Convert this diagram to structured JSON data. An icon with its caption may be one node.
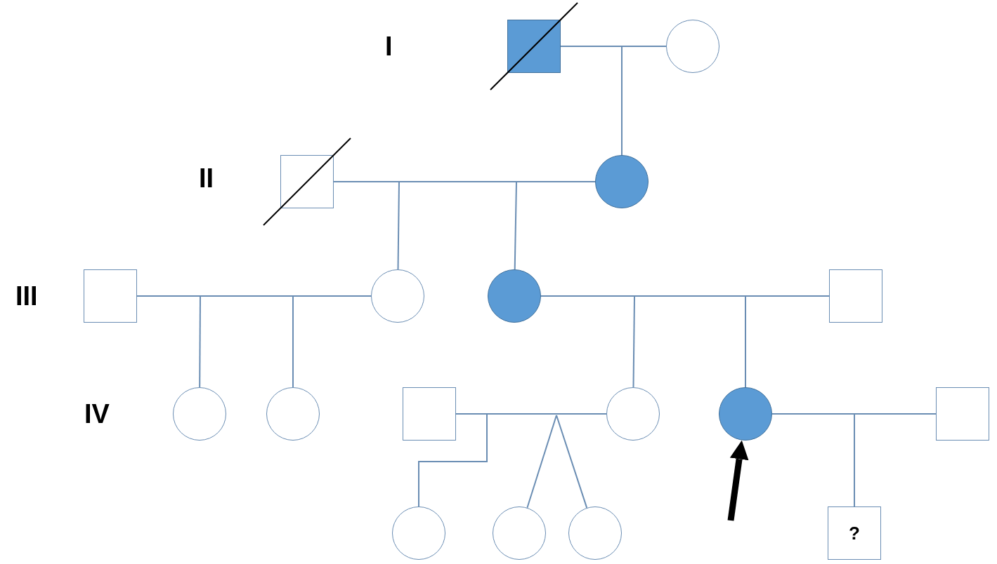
{
  "diagram": {
    "nodes": [
      {
        "text": [],
        "shape": "box"
      },
      {
        "text": [],
        "shape": "circle"
      },
      {
        "text": [],
        "shape": "box"
      },
      {
        "text": [],
        "shape": "circle"
      },
      {
        "text": [],
        "shape": "box"
      },
      {
        "text": [],
        "shape": "circle"
      },
      {
        "text": [],
        "shape": "circle"
      },
      {
        "text": [],
        "shape": "box"
      },
      {
        "text": [],
        "shape": "circle"
      },
      {
        "text": [],
        "shape": "circle"
      },
      {
        "text": [],
        "shape": "box"
      },
      {
        "text": [],
        "shape": "circle"
      },
      {
        "text": [],
        "shape": "circle"
      },
      {
        "text": [],
        "shape": "box"
      },
      {
        "text": [],
        "shape": "circle"
      },
      {
        "text": [],
        "shape": "circle"
      },
      {
        "text": [],
        "shape": "circle"
      },
      {
        "text": [
          "?"
        ]
      }
    ],
    "edges": [
      {
        "from": 0,
        "to": 1,
        "arrow": "none"
      },
      {
        "from": null,
        "to": 3,
        "arrow": "none"
      },
      {
        "from": 2,
        "to": 3,
        "arrow": "none"
      },
      {
        "from": null,
        "to": 5,
        "arrow": "none"
      },
      {
        "from": null,
        "to": 6,
        "arrow": "none"
      },
      {
        "from": 4,
        "to": 5,
        "arrow": "none"
      },
      {
        "from": null,
        "to": 8,
        "arrow": "none"
      },
      {
        "from": null,
        "to": 9,
        "arrow": "none"
      },
      {
        "from": 6,
        "to": 7,
        "arrow": "none"
      },
      {
        "from": null,
        "to": 11,
        "arrow": "none"
      },
      {
        "from": null,
        "to": 12,
        "arrow": "none"
      },
      {
        "from": 10,
        "to": 11,
        "arrow": "none"
      },
      {
        "from": null,
        "to": 14,
        "arrow": "none"
      },
      {
        "from": null,
        "to": 15,
        "arrow": "none"
      },
      {
        "from": null,
        "to": 16,
        "arrow": "none"
      },
      {
        "from": 12,
        "to": 13,
        "arrow": "none"
      },
      {
        "from": null,
        "to": 17,
        "arrow": "none"
      },
      {
        "from": null,
        "to": 12,
        "arrow": "to",
        "style": "thick",
        "color": "#000000"
      }
    ],
    "labels": [
      "I",
      "II",
      "III",
      "IV"
    ]
  }
}
